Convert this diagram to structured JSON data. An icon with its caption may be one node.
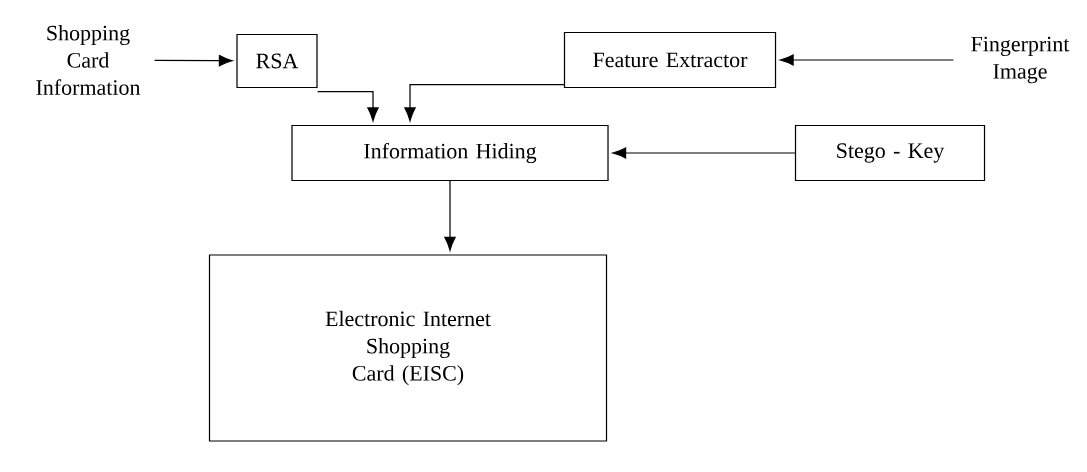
{
  "diagram": {
    "nodes": [
      {
        "text": [
          "Shopping Card Information"
        ]
      },
      {
        "text": [
          "RSA"
        ]
      },
      {
        "text": [
          "Feature Extractor"
        ]
      },
      {
        "text": [
          "Fingerprint Image"
        ]
      },
      {
        "text": [
          "Information Hiding"
        ]
      },
      {
        "text": [
          "Stego - Key"
        ]
      },
      {
        "text": [
          "Electronic Internet Shopping Card (EISC)"
        ]
      }
    ],
    "edges": [
      {
        "from": 0,
        "to": 1,
        "arrow": "to"
      },
      {
        "from": 3,
        "to": 2,
        "arrow": "to"
      },
      {
        "from": 1,
        "to": 4,
        "arrow": "to"
      },
      {
        "from": 2,
        "to": 4,
        "arrow": "to"
      },
      {
        "from": 5,
        "to": 4,
        "arrow": "to"
      },
      {
        "from": 4,
        "to": 6,
        "arrow": "to"
      }
    ]
  }
}
